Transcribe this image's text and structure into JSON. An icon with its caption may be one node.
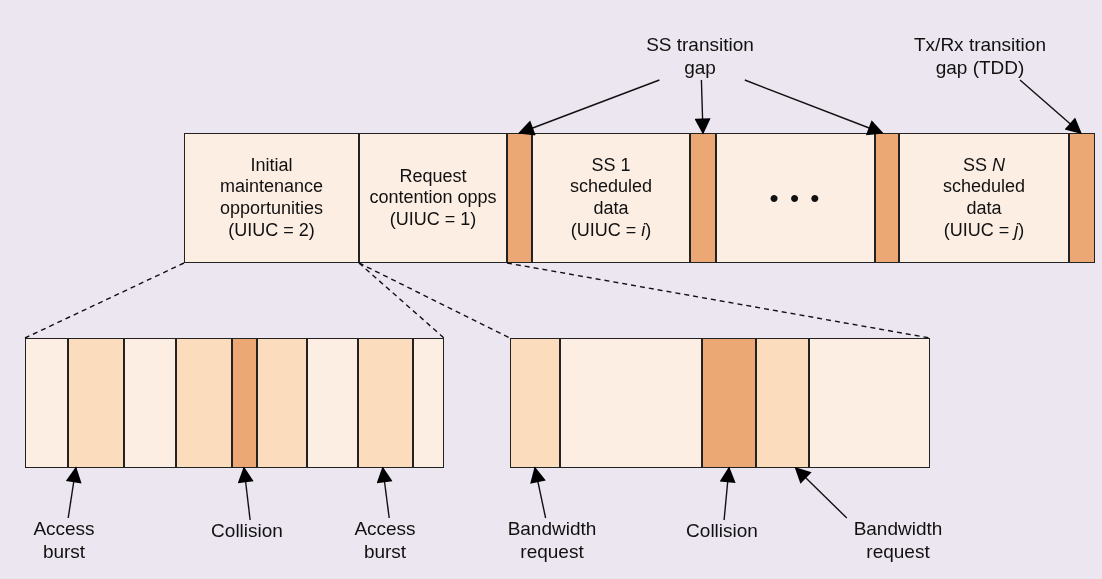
{
  "diagram": {
    "nodes": [
      {
        "text": [
          "Initial maintenance opportunities (UIUC = 2)"
        ]
      },
      {
        "text": [
          "Request contention opps (UIUC = 1)"
        ]
      },
      {
        "text": [],
        "shape": "bar"
      },
      {
        "text": [
          "SS 1 scheduled data (UIUC = *i*)"
        ]
      },
      {
        "text": [],
        "shape": "bar"
      },
      {
        "text": [
          "• • •"
        ]
      },
      {
        "text": [],
        "shape": "bar"
      },
      {
        "text": [
          "SS *N* scheduled data (UIUC = *j*)"
        ]
      },
      {
        "text": [],
        "shape": "bar"
      },
      {
        "text": [
          "SS transition gap"
        ]
      },
      {
        "text": [
          "Tx/Rx transition gap (TDD)"
        ]
      },
      {
        "text": [],
        "shape": "box"
      },
      {
        "text": [],
        "shape": "bar",
        "in": 11
      },
      {
        "text": [],
        "shape": "bar",
        "in": 11
      },
      {
        "text": [],
        "shape": "bar",
        "in": 11
      },
      {
        "text": [],
        "shape": "bar",
        "in": 11
      },
      {
        "text": [],
        "shape": "bar",
        "in": 11
      },
      {
        "text": [],
        "shape": "bar",
        "in": 11
      },
      {
        "text": [],
        "shape": "bar",
        "in": 11
      },
      {
        "text": [],
        "shape": "bar",
        "in": 11
      },
      {
        "text": [],
        "shape": "bar",
        "in": 11
      },
      {
        "text": [],
        "shape": "box"
      },
      {
        "text": [],
        "shape": "bar",
        "in": 21
      },
      {
        "text": [],
        "shape": "bar",
        "in": 21
      },
      {
        "text": [],
        "shape": "bar",
        "in": 21
      },
      {
        "text": [],
        "shape": "bar",
        "in": 21
      },
      {
        "text": [],
        "shape": "bar",
        "in": 21
      },
      {
        "text": [
          "Access burst"
        ]
      },
      {
        "text": [
          "Collision"
        ]
      },
      {
        "text": [
          "Access burst"
        ]
      },
      {
        "text": [
          "Bandwidth request"
        ]
      },
      {
        "text": [
          "Collision"
        ]
      },
      {
        "text": [
          "Bandwidth request"
        ]
      }
    ],
    "edges": [
      {
        "from": 9,
        "to": 2,
        "arrow": "to"
      },
      {
        "from": 9,
        "to": 4,
        "arrow": "to"
      },
      {
        "from": 9,
        "to": 6,
        "arrow": "to"
      },
      {
        "from": 10,
        "to": 8,
        "arrow": "to"
      },
      {
        "from": 0,
        "to": 12,
        "arrow": "none",
        "style": "dashed"
      },
      {
        "from": 0,
        "to": 20,
        "arrow": "none",
        "style": "dashed"
      },
      {
        "from": 1,
        "to": 22,
        "arrow": "none",
        "style": "dashed"
      },
      {
        "from": 1,
        "to": 26,
        "arrow": "none",
        "style": "dashed"
      },
      {
        "from": 27,
        "to": 13,
        "arrow": "to"
      },
      {
        "from": 28,
        "to": 16,
        "arrow": "to"
      },
      {
        "from": 29,
        "to": 19,
        "arrow": "to"
      },
      {
        "from": 30,
        "to": 22,
        "arrow": "to"
      },
      {
        "from": 31,
        "to": 24,
        "arrow": "to"
      },
      {
        "from": 32,
        "to": 25,
        "arrow": "to"
      }
    ]
  }
}
